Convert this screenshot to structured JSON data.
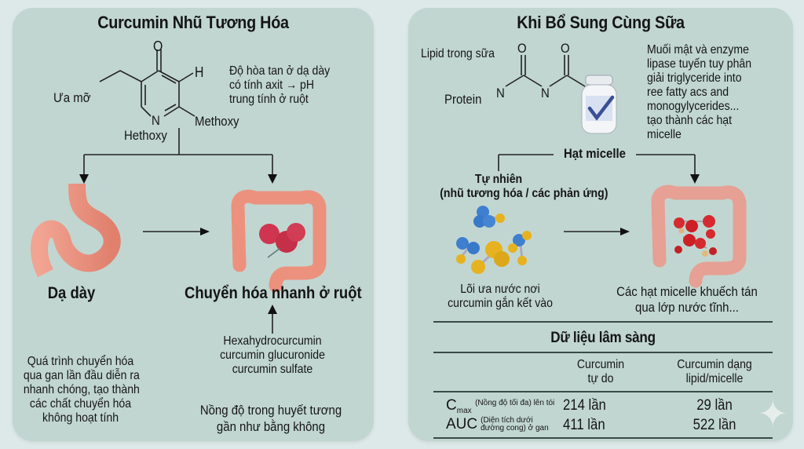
{
  "left": {
    "title": "Curcumin Nhũ Tương Hóa",
    "molecule": {
      "label_lipophilic": "Ưa mỡ",
      "atom_o": "O",
      "atom_h": "H",
      "atom_n": "N",
      "label_methoxy": "Methoxy",
      "label_hethoxy": "Hethoxy"
    },
    "solubility_note": [
      "Độ hòa tan ở dạ dày",
      "có tính axit → pH",
      "trung tính ở ruột"
    ],
    "stomach_label": "Dạ dày",
    "intestine_label": "Chuyển hóa nhanh ở ruột",
    "metabolites": [
      "Hexahydrocurcumin",
      "curcumin glucuronide",
      "curcumin sulfate"
    ],
    "first_pass_note": [
      "Quá trình chuyển hóa",
      "qua gan lần đầu diễn ra",
      "nhanh chóng, tạo thành",
      "các chất chuyển hóa",
      "không hoạt tính"
    ],
    "plasma_note": [
      "Nồng độ trong huyết tương",
      "gần như bằng không"
    ]
  },
  "right": {
    "title": "Khi Bổ Sung Cùng Sữa",
    "label_lipid": "Lipid trong sữa",
    "label_protein": "Protein",
    "atoms": {
      "o1": "O",
      "o2": "O",
      "n1": "N",
      "n2": "N"
    },
    "bile_note": [
      "Muối mật và enzyme",
      "lipase tuyến tuy phân",
      "giải triglyceride into",
      "ree fatty acs and",
      "monogylycerides...",
      "tạo thành các hạt",
      "micelle"
    ],
    "micelle_label": "Hạt micelle",
    "natural_label": [
      "Tự nhiên",
      "(nhũ tương hóa / các phản ứng)"
    ],
    "core_note": [
      "Lõi ưa nước nơi",
      "curcumin gắn kết vào"
    ],
    "diffuse_note": [
      "Các hạt micelle khuếch tán",
      "qua lớp nước tĩnh..."
    ],
    "clinical": {
      "title": "Dữ liệu lâm sàng",
      "columns": [
        [
          "Curcumin",
          "tự do"
        ],
        [
          "Curcumin dạng",
          "lipid/micelle"
        ]
      ],
      "rows": [
        {
          "metric": "C",
          "metric_sub": "max",
          "note": [
            "(Nồng độ tối đa) lên tói"
          ],
          "free": "214 lần",
          "micelle": "29 lần"
        },
        {
          "metric": "AUC",
          "metric_sub": "",
          "note": [
            "(Diện tích dưới",
            "đường cong) ở gan"
          ],
          "free": "411 lần",
          "micelle": "522 lần"
        }
      ]
    }
  },
  "colors": {
    "background": "#dde9e8",
    "panel": "#c1d6d1",
    "organ": "#e9917f",
    "molecule_red": "#cc2f47",
    "atom_blue": "#3f7fcf",
    "atom_gold": "#e6b21f"
  },
  "icons": {
    "sparkle": "✦"
  }
}
